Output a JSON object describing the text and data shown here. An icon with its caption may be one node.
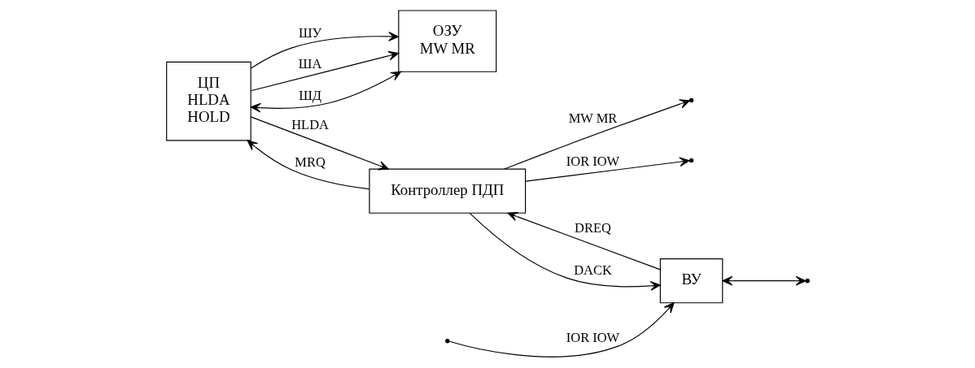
{
  "diagram": {
    "nodes": [
      {
        "text": [
          "ЦП",
          "HLDA",
          "HOLD"
        ]
      },
      {
        "text": [
          "ОЗУ",
          "MW MR"
        ]
      },
      {
        "text": [
          "Контроллер ПДП"
        ]
      },
      {
        "text": [
          "ВУ"
        ]
      }
    ],
    "edges": [
      {
        "from": 0,
        "to": 1,
        "arrow": "to",
        "label": "ША"
      },
      {
        "from": 0,
        "to": 1,
        "arrow": "both",
        "label": "ШД"
      },
      {
        "from": 0,
        "to": 1,
        "arrow": "to",
        "label": "ШУ"
      },
      {
        "from": 0,
        "to": 2,
        "arrow": "to",
        "label": "HLDA"
      },
      {
        "from": 2,
        "to": 0,
        "arrow": "to",
        "label": "MRQ"
      },
      {
        "from": 2,
        "to": null,
        "arrow": "to",
        "label": "MW MR"
      },
      {
        "from": 2,
        "to": null,
        "arrow": "to",
        "label": "IOR IOW"
      },
      {
        "from": 3,
        "to": 2,
        "arrow": "to",
        "label": "DREQ"
      },
      {
        "from": 2,
        "to": 3,
        "arrow": "to",
        "label": "DACK"
      },
      {
        "from": null,
        "to": 3,
        "arrow": "to",
        "label": "IOR IOW"
      },
      {
        "from": 3,
        "to": null,
        "arrow": "both"
      }
    ]
  }
}
